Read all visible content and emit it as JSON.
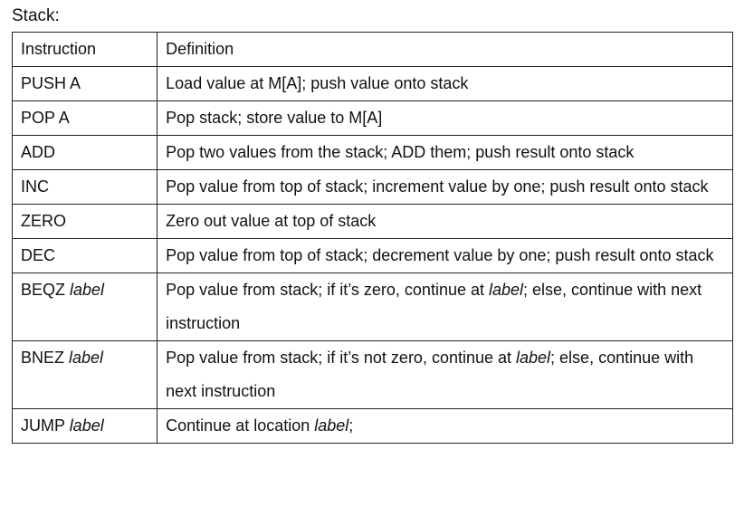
{
  "heading": "Stack:",
  "table": {
    "headers": [
      "Instruction",
      "Definition"
    ],
    "rows": [
      {
        "instruction": [
          {
            "t": "PUSH A",
            "i": false
          }
        ],
        "definition": [
          {
            "t": "Load value at M[A]; push value onto stack",
            "i": false
          }
        ]
      },
      {
        "instruction": [
          {
            "t": "POP A",
            "i": false
          }
        ],
        "definition": [
          {
            "t": "Pop stack; store value to M[A]",
            "i": false
          }
        ]
      },
      {
        "instruction": [
          {
            "t": "ADD",
            "i": false
          }
        ],
        "definition": [
          {
            "t": "Pop two values from the stack; ADD them; push result onto stack",
            "i": false
          }
        ]
      },
      {
        "instruction": [
          {
            "t": "INC",
            "i": false
          }
        ],
        "definition": [
          {
            "t": "Pop value from top of stack; increment value by one; push result onto stack",
            "i": false
          }
        ]
      },
      {
        "instruction": [
          {
            "t": "ZERO",
            "i": false
          }
        ],
        "definition": [
          {
            "t": "Zero out value at top of stack",
            "i": false
          }
        ]
      },
      {
        "instruction": [
          {
            "t": "DEC",
            "i": false
          }
        ],
        "definition": [
          {
            "t": "Pop value from top of stack; decrement value by one; push result onto stack",
            "i": false
          }
        ]
      },
      {
        "instruction": [
          {
            "t": "BEQZ ",
            "i": false
          },
          {
            "t": "label",
            "i": true
          }
        ],
        "definition": [
          {
            "t": "Pop value from stack; if it’s zero, continue at ",
            "i": false
          },
          {
            "t": "label",
            "i": true
          },
          {
            "t": "; else, continue with next instruction",
            "i": false
          }
        ]
      },
      {
        "instruction": [
          {
            "t": "BNEZ ",
            "i": false
          },
          {
            "t": "label",
            "i": true
          }
        ],
        "definition": [
          {
            "t": "Pop value from stack; if it’s not zero, continue at ",
            "i": false
          },
          {
            "t": "label",
            "i": true
          },
          {
            "t": "; else, continue with next instruction",
            "i": false
          }
        ]
      },
      {
        "instruction": [
          {
            "t": "JUMP ",
            "i": false
          },
          {
            "t": "label",
            "i": true
          }
        ],
        "definition": [
          {
            "t": "Continue at location ",
            "i": false
          },
          {
            "t": "label",
            "i": true
          },
          {
            "t": ";",
            "i": false
          }
        ]
      }
    ]
  }
}
